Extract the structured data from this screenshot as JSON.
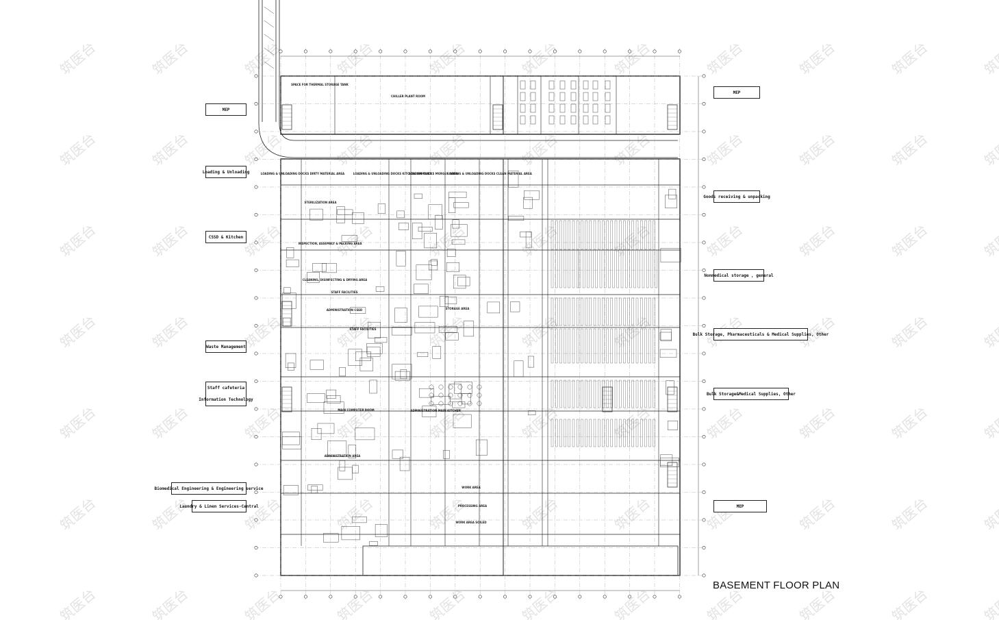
{
  "title": "BASEMENT FLOOR PLAN",
  "watermark": "筑医台",
  "colors": {
    "line": "#222222",
    "paper": "#ffffff",
    "watermark": "#e3e3e3"
  },
  "left_labels": [
    {
      "text": "MEP"
    },
    {
      "text": "Loading & Unloading"
    },
    {
      "text": "CSSD & Kitchen"
    },
    {
      "text": "Waste Management"
    },
    {
      "text": "Staff cafeteria"
    },
    {
      "text": "Information Technology"
    },
    {
      "text": "Biomedical Engineering & Engineering service"
    },
    {
      "text": "Laundry & Linen Services-Central"
    }
  ],
  "right_labels": [
    {
      "text": "MEP"
    },
    {
      "text": "Goods receiving & unpacking"
    },
    {
      "text": "Nonmedical storage , general"
    },
    {
      "text": "Bulk Storage, Pharmaceuticals &  Medical Supplies, Other"
    },
    {
      "text": "Bulk Storage&Medical Supplies, Other"
    },
    {
      "text": "MEP"
    }
  ],
  "rooms": {
    "thermal_tank": "SPACE FOR THERMAL STORAGE TANK",
    "chiller": "CHILLER PLANT ROOM",
    "docks_dirty": "LOADING & UNLOADING DOCKS DIRTY MATERIAL AREA",
    "docks_kitchen": "LOADING & UNLOADING DOCKS KITCHEN SUPPLIES",
    "docks_morgue": "LOADING DOCKS MORGUE AREA",
    "docks_clean": "LOADING & UNLOADING DOCKS CLEAN MATERIAL AREA",
    "sterilization": "STERILIZATION AREA",
    "inspection": "INSPECTION, ASSEMBLY & PACKING AREA",
    "cleaning": "CLEANING, DISINFECTING & DRYING AREA",
    "staff_facilities_1": "STAFF FACILITIES",
    "admin_cssd": "ADMINISTRATION CSSD",
    "staff_facilities_2": "STAFF FACILITIES",
    "storage": "STORAGE AREA",
    "main_computer": "MAIN COMPUTER ROOM",
    "admin_kitchen": "ADMINISTRATION MAIN KITCHEN",
    "admin_area": "ADMINISTRATION AREA",
    "work_area": "WORK AREA",
    "processing": "PROCESSING AREA",
    "work_area_soiled": "WORK AREA SOILED"
  }
}
